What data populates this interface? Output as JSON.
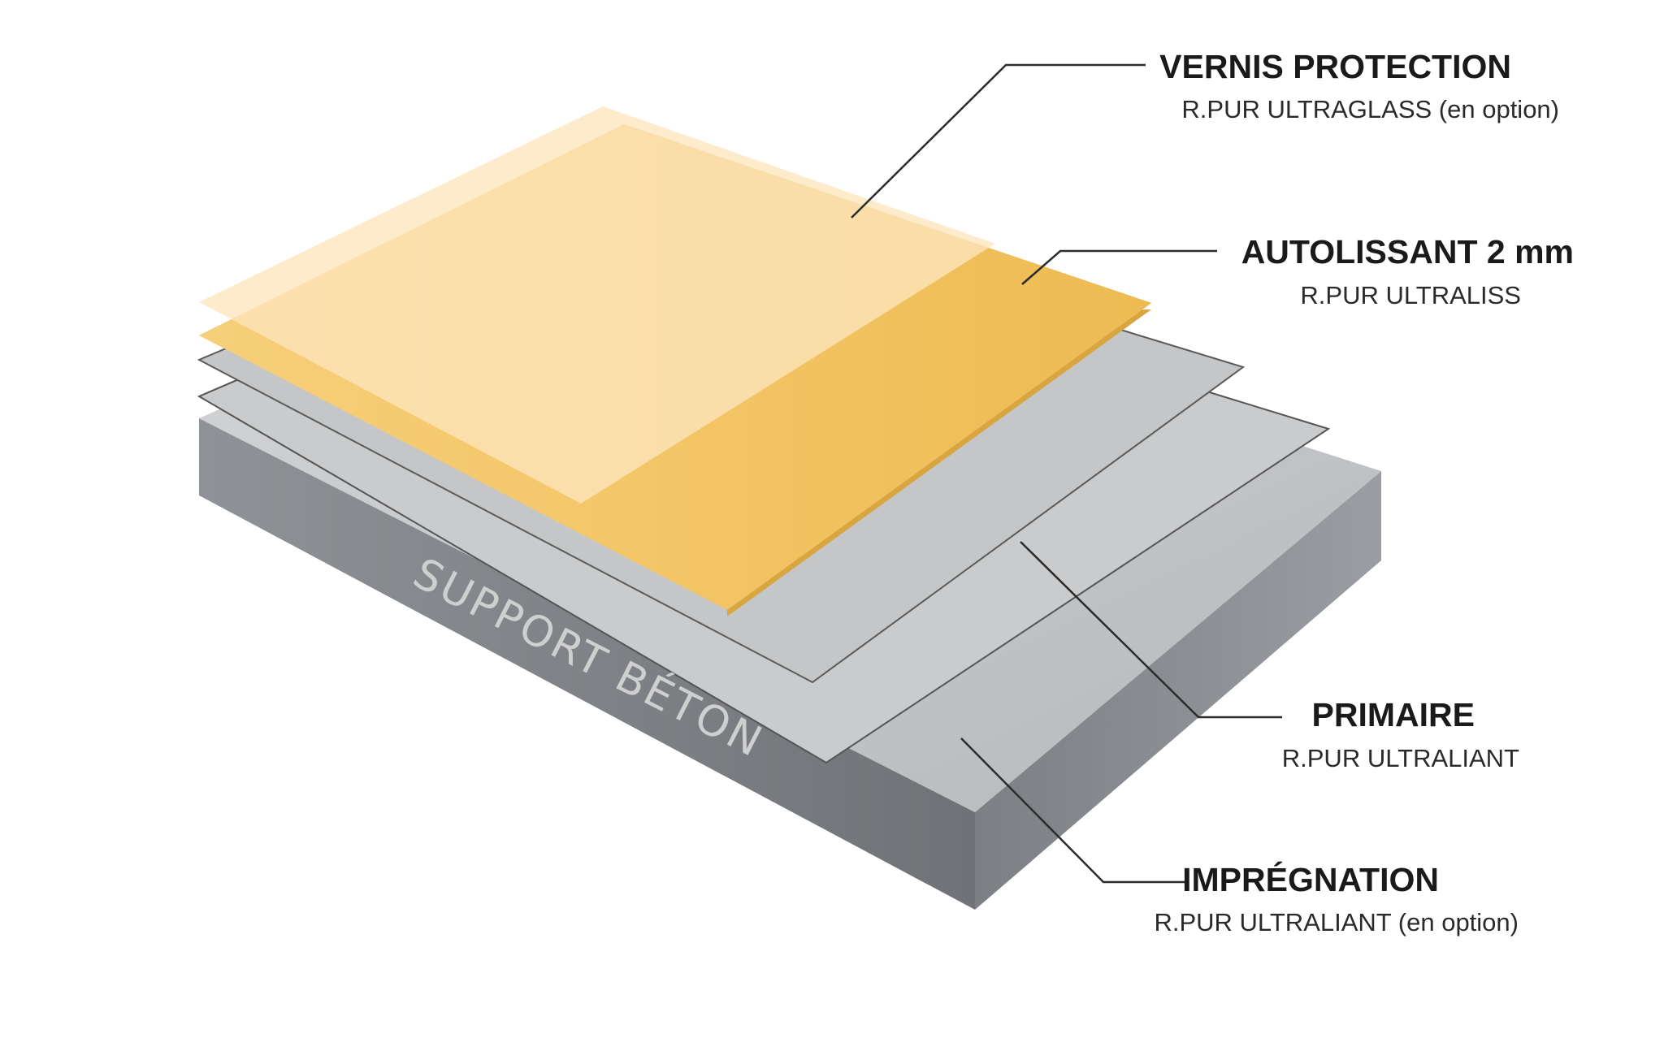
{
  "layers": [
    {
      "id": "vernis",
      "title": "VERNIS PROTECTION",
      "subtitle": "R.PUR ULTRAGLASS (en option)"
    },
    {
      "id": "autolissant",
      "title": "AUTOLISSANT 2 mm",
      "subtitle": "R.PUR ULTRALISS"
    },
    {
      "id": "primaire",
      "title": "PRIMAIRE",
      "subtitle": "R.PUR ULTRALIANT"
    },
    {
      "id": "impregnation",
      "title": "IMPRÉGNATION",
      "subtitle": "R.PUR ULTRALIANT (en option)"
    }
  ],
  "support_label": "SUPPORT BÉTON",
  "colors": {
    "concrete_top": "#c4c6c9",
    "concrete_side": "#8c8f93",
    "concrete_front": "#7b7e82",
    "grey_layer": "#c7c9cb",
    "autolissant": "#f0c15e",
    "vernis": "#fde3b4"
  }
}
